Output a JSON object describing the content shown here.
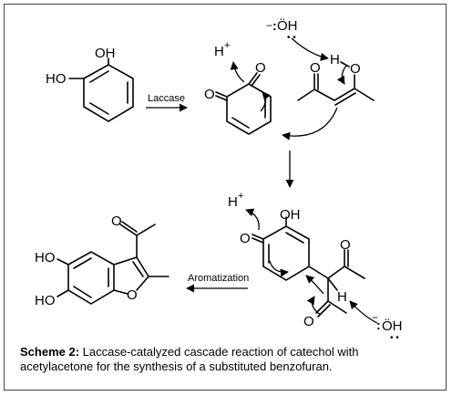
{
  "labels": {
    "catechol_oh_top": "OH",
    "catechol_ho_left": "HO",
    "step1_arrow": "Laccase",
    "proton1": "H",
    "plus1": "+",
    "quinone_o_top": "O",
    "quinone_o_left": "O",
    "hydroxide1_minus": "−",
    "hydroxide1": "ÖH",
    "enol_o_left": "O",
    "enol_h": "H",
    "enol_o_right": "O",
    "proton2": "H",
    "plus2": "+",
    "adduct_oh": "OH",
    "adduct_o_left": "O",
    "adduct_o_top": "O",
    "adduct_h": "H",
    "adduct_o_bottom": "O",
    "hydroxide2_minus": "−",
    "hydroxide2": "ÖH",
    "step2_arrow": "Aromatization",
    "product_o_top": "O",
    "product_ho_top": "HO",
    "product_ho_bottom": "HO",
    "product_o_ring": "O"
  },
  "caption": {
    "label": "Scheme 2:",
    "text": " Laccase-catalyzed cascade reaction of catechol with acetylacetone for the synthesis of a substituted benzofuran."
  }
}
